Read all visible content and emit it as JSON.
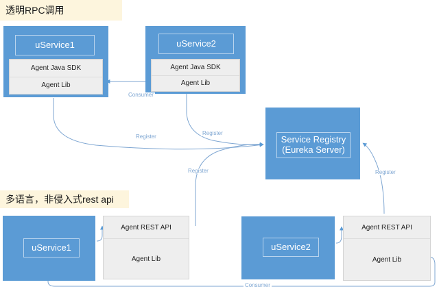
{
  "diagram": {
    "title_banners": [
      {
        "name": "transparent-rpc",
        "text": "透明RPC调用"
      },
      {
        "name": "multilang-rest",
        "text": "多语言，非侵入式rest api"
      }
    ],
    "colors": {
      "service_blue": "#5b9bd5",
      "panel_gray": "#eeeeee",
      "banner_cream": "#fdf5dd",
      "wire_blue": "#7ea6d2",
      "inner_border": "#b9d4ee"
    },
    "nodes": {
      "top_service_1": {
        "label": "uService1",
        "rows": [
          "Agent Java SDK",
          "Agent Lib"
        ]
      },
      "top_service_2": {
        "label": "uService2",
        "rows": [
          "Agent Java SDK",
          "Agent Lib"
        ]
      },
      "registry": {
        "line1": "Service Registry",
        "line2": "(Eureka Server)"
      },
      "bottom_service_1": {
        "label": "uService1",
        "rows": [
          "Agent REST API",
          "Agent Lib"
        ]
      },
      "bottom_service_2": {
        "label": "uService2",
        "rows": [
          "Agent REST API",
          "Agent Lib"
        ]
      }
    },
    "edge_labels": {
      "consumer_top": "Consumer",
      "register_top_left": "Register",
      "register_top_right": "Register",
      "register_bottom_left": "Register",
      "register_bottom_right": "Register",
      "consumer_bottom": "Consumer"
    }
  }
}
